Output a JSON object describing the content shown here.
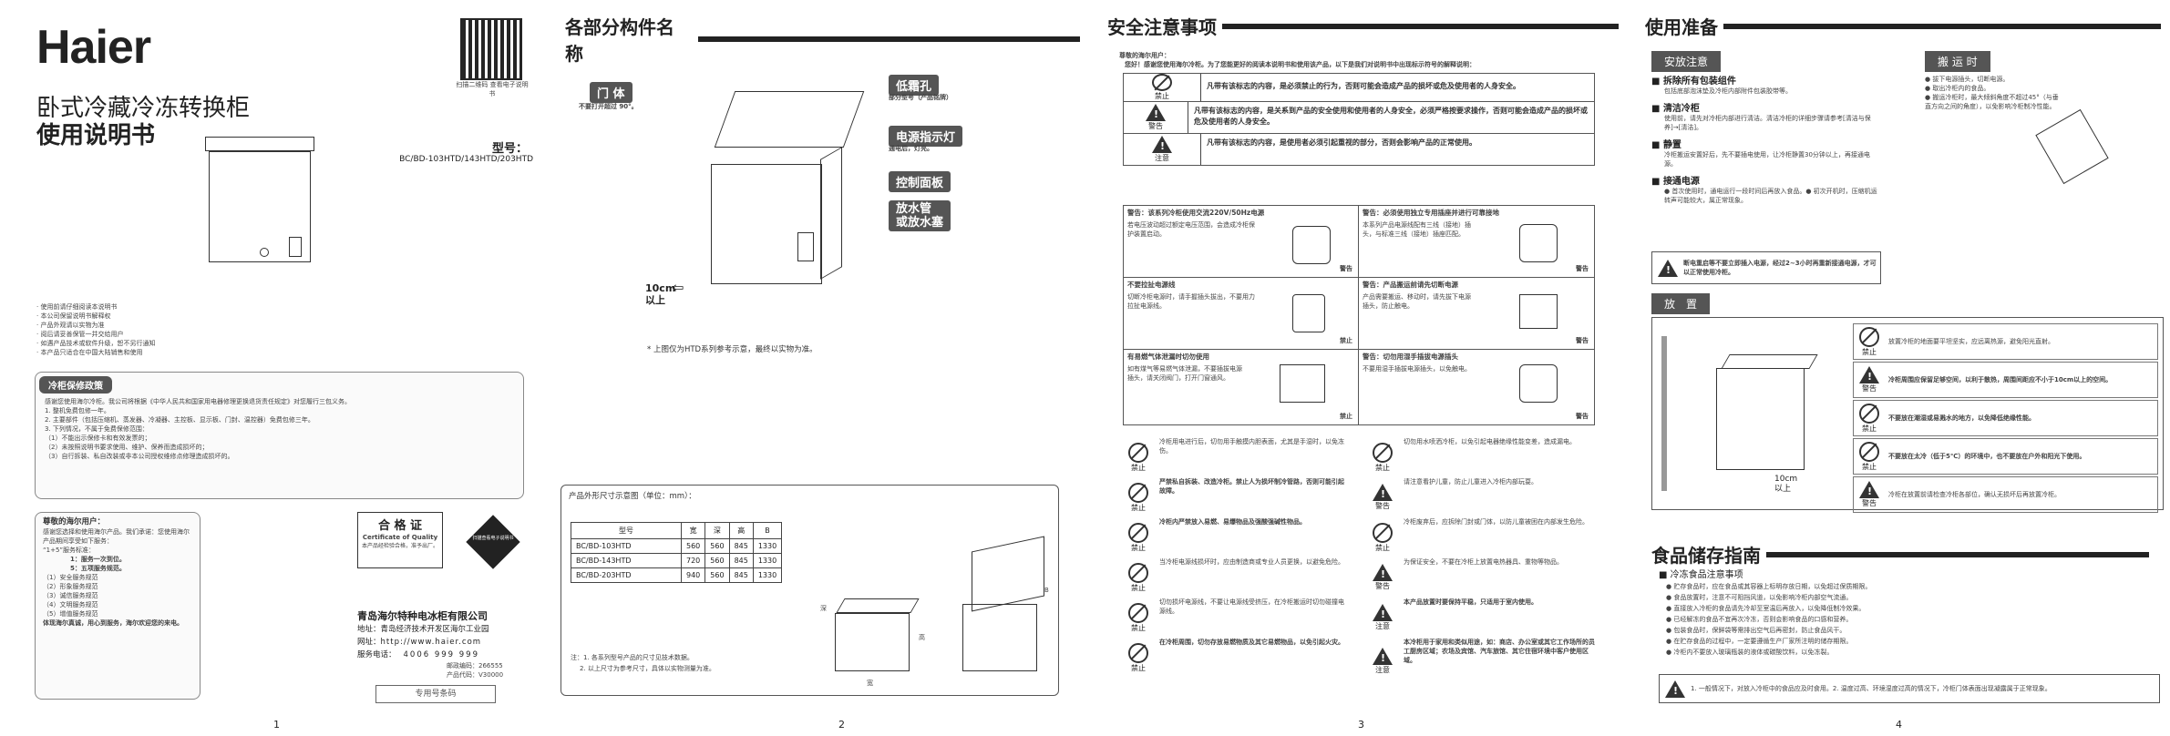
{
  "page1": {
    "brand": "Haier",
    "title_line1": "卧式冷藏冷冻转换柜",
    "title_line2": "使用说明书",
    "model_label": "型号：",
    "models": "BC/BD-103HTD/143HTD/203HTD",
    "qr_caption": "扫描二维码 查看电子说明书",
    "notes": [
      "· 使用前请仔细阅读本说明书",
      "· 本公司保留说明书解释权",
      "· 产品外观请以实物为准",
      "· 阅后请妥善保管一并交给用户",
      "· 如遇产品技术或软件升级，恕不另行通知",
      "· 本产品只适合在中国大陆销售和使用"
    ],
    "warranty_title": "冷柜保修政策",
    "warranty_text": [
      "感谢您使用海尔冷柜。我公司将根据《中华人民共和国家用电器修理更换退货责任规定》对您履行三包义务。",
      "1. 整机免费包修一年。",
      "2. 主要部件（包括压缩机、蒸发器、冷凝器、主控板、显示板、门封、温控器）免费包修三年。",
      "3. 下列情况，不属于免费保修范围：",
      "（1）不能出示保修卡和有效发票的；",
      "（2）未按照说明书要求使用、维护、保养而造成损坏的；",
      "（3）自行拆装、私自改装或非本公司授权维修点修理造成损坏的。"
    ],
    "user_notice_title": "尊敬的海尔用户：",
    "user_notice": [
      "感谢您选择和使用海尔产品。我们承诺：您使用海尔产品期间享受如下服务：",
      "“1+5”服务标准：",
      "1：服务一次到位。",
      "5：五项服务规范。",
      "（1）安全服务规范",
      "（2）形象服务规范",
      "（3）诚信服务规范",
      "（4）文明服务规范",
      "（5）增值服务规范",
      "体现海尔真诚，用心到服务，海尔欢迎您的来电。"
    ],
    "cert_title": "合 格 证",
    "cert_sub": "Certificate of Quality",
    "cert_text": "本产品经检验合格，准予出厂。",
    "company": "青岛海尔特种电冰柜有限公司",
    "address_label": "地址：",
    "address": "青岛经济技术开发区海尔工业园",
    "web_label": "网址：",
    "web": "http://www.haier.com",
    "phone_label": "服务电话：",
    "phone": "4006 999 999",
    "postcode_label": "邮政编码：",
    "postcode": "266555",
    "product_code_label": "产品代码：",
    "product_code": "V30000",
    "stamp": "专用号条码",
    "seal_text": "扫描查看电子说明书",
    "page_num": "1"
  },
  "page2": {
    "title": "各部分构件名称",
    "callouts": {
      "door": "门 体",
      "door_note": "不要打开超过 90°。",
      "drain_hole": "低霜孔",
      "drain_note": "部分型号（产品铭牌）",
      "light": "电源指示灯",
      "light_note": "通电后，灯亮。",
      "panel": "控制面板",
      "drain": "放水管\n或放水塞"
    },
    "gap_label": "10cm\n以上",
    "note": "* 上图仅为HTD系列参考示意，最终以实物为准。",
    "table_title": "产品外形尺寸示意图（单位：mm）：",
    "table_headers": [
      "型号",
      "宽",
      "深",
      "高",
      "B"
    ],
    "table_rows": [
      [
        "BC/BD-103HTD",
        "560",
        "560",
        "845",
        "1330"
      ],
      [
        "BC/BD-143HTD",
        "720",
        "560",
        "845",
        "1330"
      ],
      [
        "BC/BD-203HTD",
        "940",
        "560",
        "845",
        "1330"
      ]
    ],
    "dim_labels": {
      "w": "宽",
      "d": "深",
      "h": "高",
      "b": "B"
    },
    "footnote1": "注：1. 各系列型号产品的尺寸见技术数据。",
    "footnote2": "2. 以上尺寸为参考尺寸，具体以实物测量为准。",
    "page_num": "2"
  },
  "page3": {
    "title": "安全注意事项",
    "greeting": "尊敬的海尔用户：",
    "intro": "您好！感谢您使用海尔冷柜。为了您能更好的阅读本说明书和使用该产品，以下是我们对说明书中出现标示符号的解释说明：",
    "signs": [
      {
        "label": "禁止",
        "text": "凡带有该标志的内容，是必须禁止的行为，否则可能会造成产品的损坏或危及使用者的人身安全。"
      },
      {
        "label": "警告",
        "text": "凡带有该标志的内容，是关系到产品的安全使用和使用者的人身安全，必须严格按要求操作，否则可能会造成产品的损坏或危及使用者的人身安全。"
      },
      {
        "label": "注意",
        "text": "凡带有该标志的内容，是使用者必须引起重视的部分，否则会影响产品的正常使用。"
      }
    ],
    "box_items": [
      {
        "title": "警告：该系列冷柜使用交流220V/50Hz电源",
        "text": "若电压波动超过额定电压范围，会造成冷柜保护装置启动。",
        "label": "警告"
      },
      {
        "title": "警告：必须使用独立专用插座并进行可靠接地",
        "text": "本系列产品电源线配有三线（接地）插头，与标准三线（接地）插座匹配。",
        "label": "警告"
      },
      {
        "title": "不要拉扯电源线",
        "text": "切断冷柜电源时，请手握插头拔出，不要用力拉扯电源线。",
        "label": "禁止"
      },
      {
        "title": "警告：产品搬运前请先切断电源",
        "text": "产品需要搬运、移动时，请先拔下电源插头，防止触电。",
        "label": "警告"
      },
      {
        "title": "有易燃气体泄漏时切勿使用",
        "text": "如有煤气等易燃气体泄漏，不要插拔电源插头，请关闭阀门，打开门窗通风。",
        "label": "禁止"
      },
      {
        "title": "警告：切勿用湿手插拔电源插头",
        "text": "不要用湿手插拔电源插头，以免触电。",
        "label": "警告"
      }
    ],
    "list_left": [
      {
        "label": "禁止",
        "text": "冷柜用电进行后，切勿用手触摸内胆表面，尤其是手湿时，以免冻伤。"
      },
      {
        "label": "禁止",
        "text": "严禁私自拆装、改造冷柜。禁止人为损坏制冷管路，否则可能引起故障。"
      },
      {
        "label": "禁止",
        "text": "冷柜内严禁放入易燃、易爆物品及强酸强碱性物品。"
      },
      {
        "label": "禁止",
        "text": "当冷柜电源线损坏时，应由制造商或专业人员更换，以避免危险。"
      },
      {
        "label": "禁止",
        "text": "切勿损坏电源线，不要让电源线受挤压，在冷柜搬运时切勿碰撞电源线。"
      },
      {
        "label": "禁止",
        "text": "在冷柜周围，切勿存放易燃物质及其它易燃物品，以免引起火灾。"
      }
    ],
    "list_right": [
      {
        "label": "禁止",
        "text": "切勿用水喷洒冷柜，以免引起电器绝缘性能变差，造成漏电。"
      },
      {
        "label": "警告",
        "text": "请注意看护儿童，防止儿童进入冷柜内部玩耍。"
      },
      {
        "label": "禁止",
        "text": "冷柜废弃后，应拆除门封或门体，以防儿童被困在内部发生危险。"
      },
      {
        "label": "警告",
        "text": "为保证安全，不要在冷柜上放置电热器具、重物等物品。"
      },
      {
        "label": "注意",
        "text": "本产品放置时要保持平稳，只适用于室内使用。"
      },
      {
        "label": "注意",
        "text": "本冷柜用于家用和类似用途，如：商店、办公室或其它工作场所的员工厨房区域；农场及宾馆、汽车旅馆、其它住宿环境中客户使用区域。"
      }
    ],
    "page_num": "3"
  },
  "page4": {
    "title": "使用准备",
    "install_hdr": "安放注意",
    "install_items": [
      {
        "title": "拆除所有包装组件",
        "text": "包括底部泡沫垫及冷柜内部附件包装胶带等。"
      },
      {
        "title": "清洁冷柜",
        "text": "使用前，请先对冷柜内部进行清洁。清洁冷柜的详细步骤请参考[清洁与保养]→[清洁]。"
      },
      {
        "title": "静置",
        "text": "冷柜搬运安置好后，先不要插电使用，让冷柜静置30分钟以上，再接通电源。"
      },
      {
        "title": "接通电源",
        "text": "● 首次使用时，通电运行一段时间后再放入食品。● 初次开机时，压缩机运转声可能较大，属正常现象。"
      }
    ],
    "install_note": "断电重启等不要立即插入电源，经过2~3小时再重新接通电源，才可以正常使用冷柜。",
    "transport_hdr": "搬 运 时",
    "transport_items": [
      "● 拔下电源插头，切断电源。",
      "● 取出冷柜内的食品。",
      "● 搬运冷柜时，最大倾斜角度不超过45°（与垂直方向之间的角度），以免影响冷柜制冷性能。"
    ],
    "place_hdr": "放　置",
    "place_gap": "10cm\n以上",
    "place_items": [
      {
        "label": "禁止",
        "text": "放置冷柜的地面要平坦坚实，应远离热源，避免阳光直射。"
      },
      {
        "label": "警告",
        "text": "冷柜周围应保留足够空间，以利于散热，周围间距应不小于10cm以上的空间。"
      },
      {
        "label": "禁止",
        "text": "不要放在潮湿或易溅水的地方，以免降低绝缘性能。"
      },
      {
        "label": "禁止",
        "text": "不要放在太冷（低于5℃）的环境中，也不要放在户外和阳光下使用。"
      },
      {
        "label": "警告",
        "text": "冷柜在放置前请检查冷柜各部位，确认无损坏后再放置冷柜。"
      }
    ],
    "food_title": "食品储存指南",
    "food_sub": "冷冻食品注意事项",
    "food_items": [
      "● 贮存食品时，应在食品或其容器上标明存放日期，以免超过保质期限。",
      "● 食品放置时，注意不可阻挡风道，以免影响冷柜内部空气流通。",
      "● 直接放入冷柜的食品请先冷却至室温后再放入，以免降低制冷效果。",
      "● 已经解冻的食品不宜再次冷冻，否则会影响食品的口感和营养。",
      "● 包装食品时，保鲜袋等需排出空气后再密封，防止食品风干。",
      "● 在贮存食品的过程中，一定要遵循生产厂家所注明的储存期限。",
      "● 冷柜内不要放入玻璃瓶装的液体或碳酸饮料，以免冻裂。"
    ],
    "food_notice": "1. 一般情况下，对放入冷柜中的食品应及时食用。2. 温度过高、环境湿度过高的情况下，冷柜门体表面出现凝露属于正常现象。",
    "page_num": "4"
  }
}
